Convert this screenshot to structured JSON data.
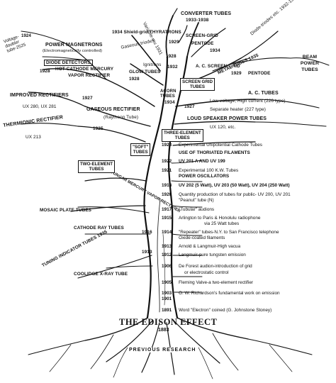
{
  "trunk": {
    "title": "THE EDISON EFFECT",
    "year": "1883",
    "roots_label": "PREVIOUS RESEARCH"
  },
  "timeline": [
    {
      "year": "1923",
      "text": "Experimental Unipotential Cathode Tubes"
    },
    {
      "year": "",
      "text": "USE OF THORIATED FILAMENTS"
    },
    {
      "year": "1922",
      "text": "UV 201 A AND UV 199"
    },
    {
      "year": "1921",
      "text": "Experimental 100 K.W. Tubes"
    },
    {
      "year": "",
      "text": "POWER OSCILLATORS"
    },
    {
      "year": "1918",
      "text": "UV 202 (5 Watt), UV 203 (50 Watt), UV 204 (250 Watt)"
    },
    {
      "year": "1920",
      "text": "Quantity production of tubes for public- UV 200, UV 201"
    },
    {
      "year": "",
      "text": "\"Peanut\" tube (N)"
    },
    {
      "year": "1917",
      "text": "\"Tubular\" audions"
    },
    {
      "year": "1915",
      "text": "Arlington to Paris & Honolulu radiophone"
    },
    {
      "year": "",
      "text": "via 25 Watt tubes"
    },
    {
      "year": "1914",
      "text": "\"Repeater\" tubes-N.Y. to San Francisco telephone"
    },
    {
      "year": "",
      "text": "Oxide-coated filaments"
    },
    {
      "year": "1913",
      "text": "Arnold & Langmuir-High vacua"
    },
    {
      "year": "1912",
      "text": "Langmuir-pure tungsten emission"
    },
    {
      "year": "1906",
      "text": "De Forest audion-introduction of grid"
    },
    {
      "year": "",
      "text": "or electrostatic control"
    },
    {
      "year": "1905",
      "text": "Fleming Valve-a two-element rectifier"
    },
    {
      "year": "1903",
      "text": "O. W. Richardson's fundamental work on emission"
    },
    {
      "year": "1901",
      "text": ""
    },
    {
      "year": "1891",
      "text": "Word \"Electron\" coined (G. Johnstone Stoney)"
    }
  ],
  "right_upper": {
    "ac_tubes": "A. C. TUBES",
    "ac_low": "Low voltage, High current (226 type)",
    "ac_sep": "Separate heater (227 type)",
    "loud": "LOUD SPEAKER POWER TUBES",
    "ux120": "UX 120, etc.",
    "beam": "BEAM POWER TUBES",
    "ac_screen": "A. C. SCREEN-GRID",
    "pentode2": "PENTODE",
    "y1929b": "1929",
    "diode_etc": "Diode-triodes etc. 1932-1938",
    "metal": "METAL TUBES 1935",
    "y1934b": "1934",
    "y1927b": "1927"
  },
  "top": {
    "converter": "CONVERTER TUBES",
    "converter_yr": "1933-1938",
    "variable_mu": "Variable-mu 1931",
    "screen_grid": "SCREEN-GRID",
    "pentode": "PENTODE",
    "y1929": "1929",
    "y1928": "1928",
    "y1932": "1932",
    "shield_grid": "1934 Shield-grid THYRATRONS",
    "thyratrons": "THYRATRONS",
    "gaseous_triodes": "Gaseous triodes",
    "ignitrons": "Ignitrons",
    "glow": "GLOW TUBES",
    "y1928g": "1928",
    "acorn": "ACORN TUBES",
    "y1934": "1934"
  },
  "left": {
    "y1924": "1924",
    "voltage_doubler": "Voltage-doubler tube-2525",
    "power_magnetrons": "POWER MAGNETRONS",
    "magnetrons_sub": "(Electromagnetically controlled)",
    "diode_detectors": "DIODE DETECTORS",
    "hot_cathode": "HOT CATHODE MERCURY",
    "vapor_rectifier": "VAPOR RECTIFIER",
    "y1928": "1928",
    "improved_rect": "IMPROVED RECTIFIERS",
    "ux280": "UX 280, UX 281",
    "y1927": "1927",
    "gaseous_rect": "GASEOUS RECTIFIER",
    "raytheon": "(Raytheon Tube)",
    "y1925": "1925",
    "thermionic": "THERMIONIC RECTIFIER",
    "ux213": "UX 213",
    "tungar": "TUNGAR MERCURY VAPOR RECTIFIER",
    "mosaic": "MOSAIC PLATE TUBES",
    "cathode_ray": "CATHODE RAY TUBES",
    "y1916": "1916",
    "tuning": "TUNING INDICATOR TUBES 1935",
    "coolidge": "COOLIDGE X-RAY TUBE",
    "y1913": "1913"
  },
  "boxes": {
    "screen_grid_tubes": "SCREEN GRID\nTUBES",
    "soft_tubes": "\"SOFT\"\nTUBES",
    "three_element": "THREE-ELEMENT\nTUBES",
    "two_element": "TWO-ELEMENT\nTUBES"
  }
}
